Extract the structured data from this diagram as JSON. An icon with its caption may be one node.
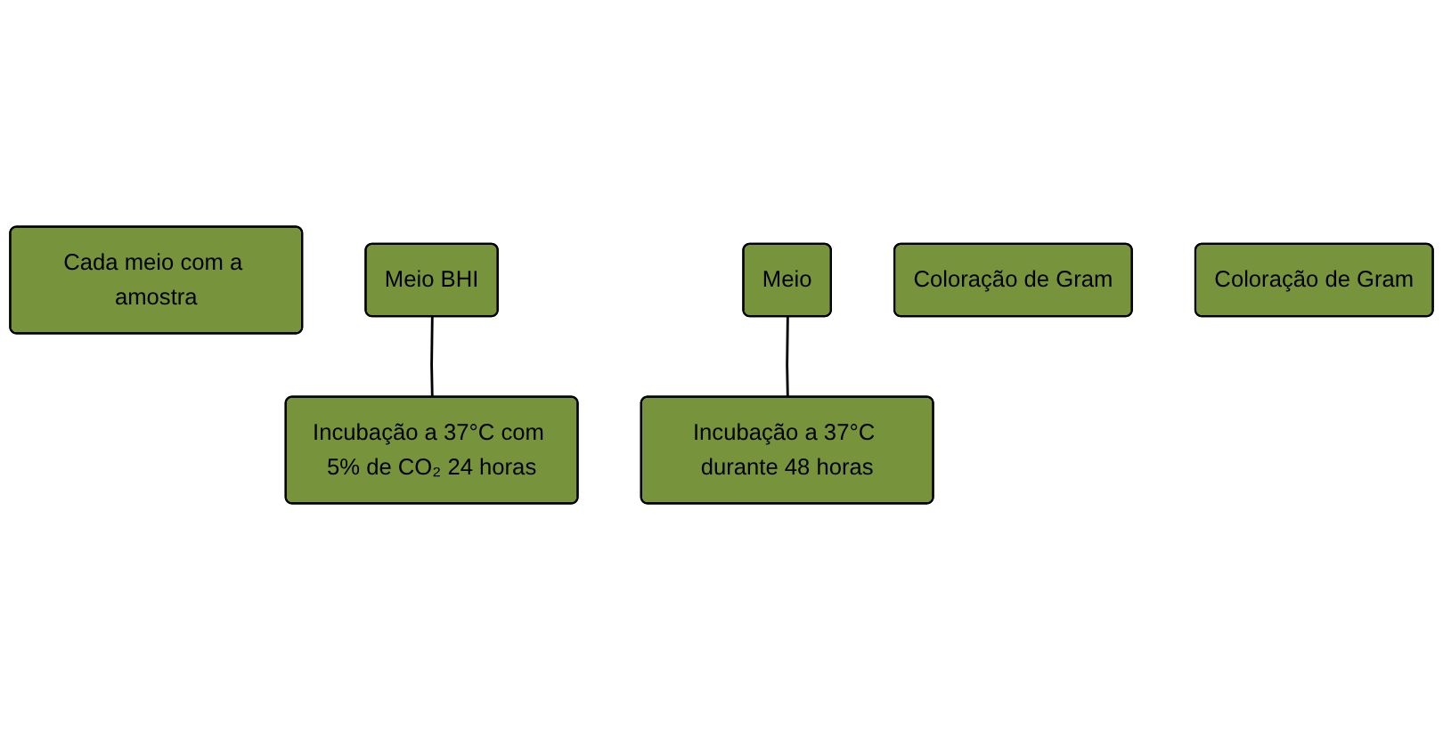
{
  "diagram": {
    "nodes": [
      {
        "text": [
          "Cada meio com a amostra"
        ]
      },
      {
        "text": [
          "Meio BHI"
        ]
      },
      {
        "text": [
          "Meio"
        ]
      },
      {
        "text": [
          "Incubação a 37°C com 5% de CO₂ 24 horas"
        ]
      },
      {
        "text": [
          "Incubação a 37°C durante 48 horas"
        ]
      },
      {
        "text": [
          "Coloração de Gram"
        ]
      },
      {
        "text": [
          "Coloração de Gram"
        ]
      }
    ],
    "edges": [
      {
        "from": 1,
        "to": 3,
        "arrow": "none"
      },
      {
        "from": 2,
        "to": 4,
        "arrow": "none"
      }
    ]
  }
}
